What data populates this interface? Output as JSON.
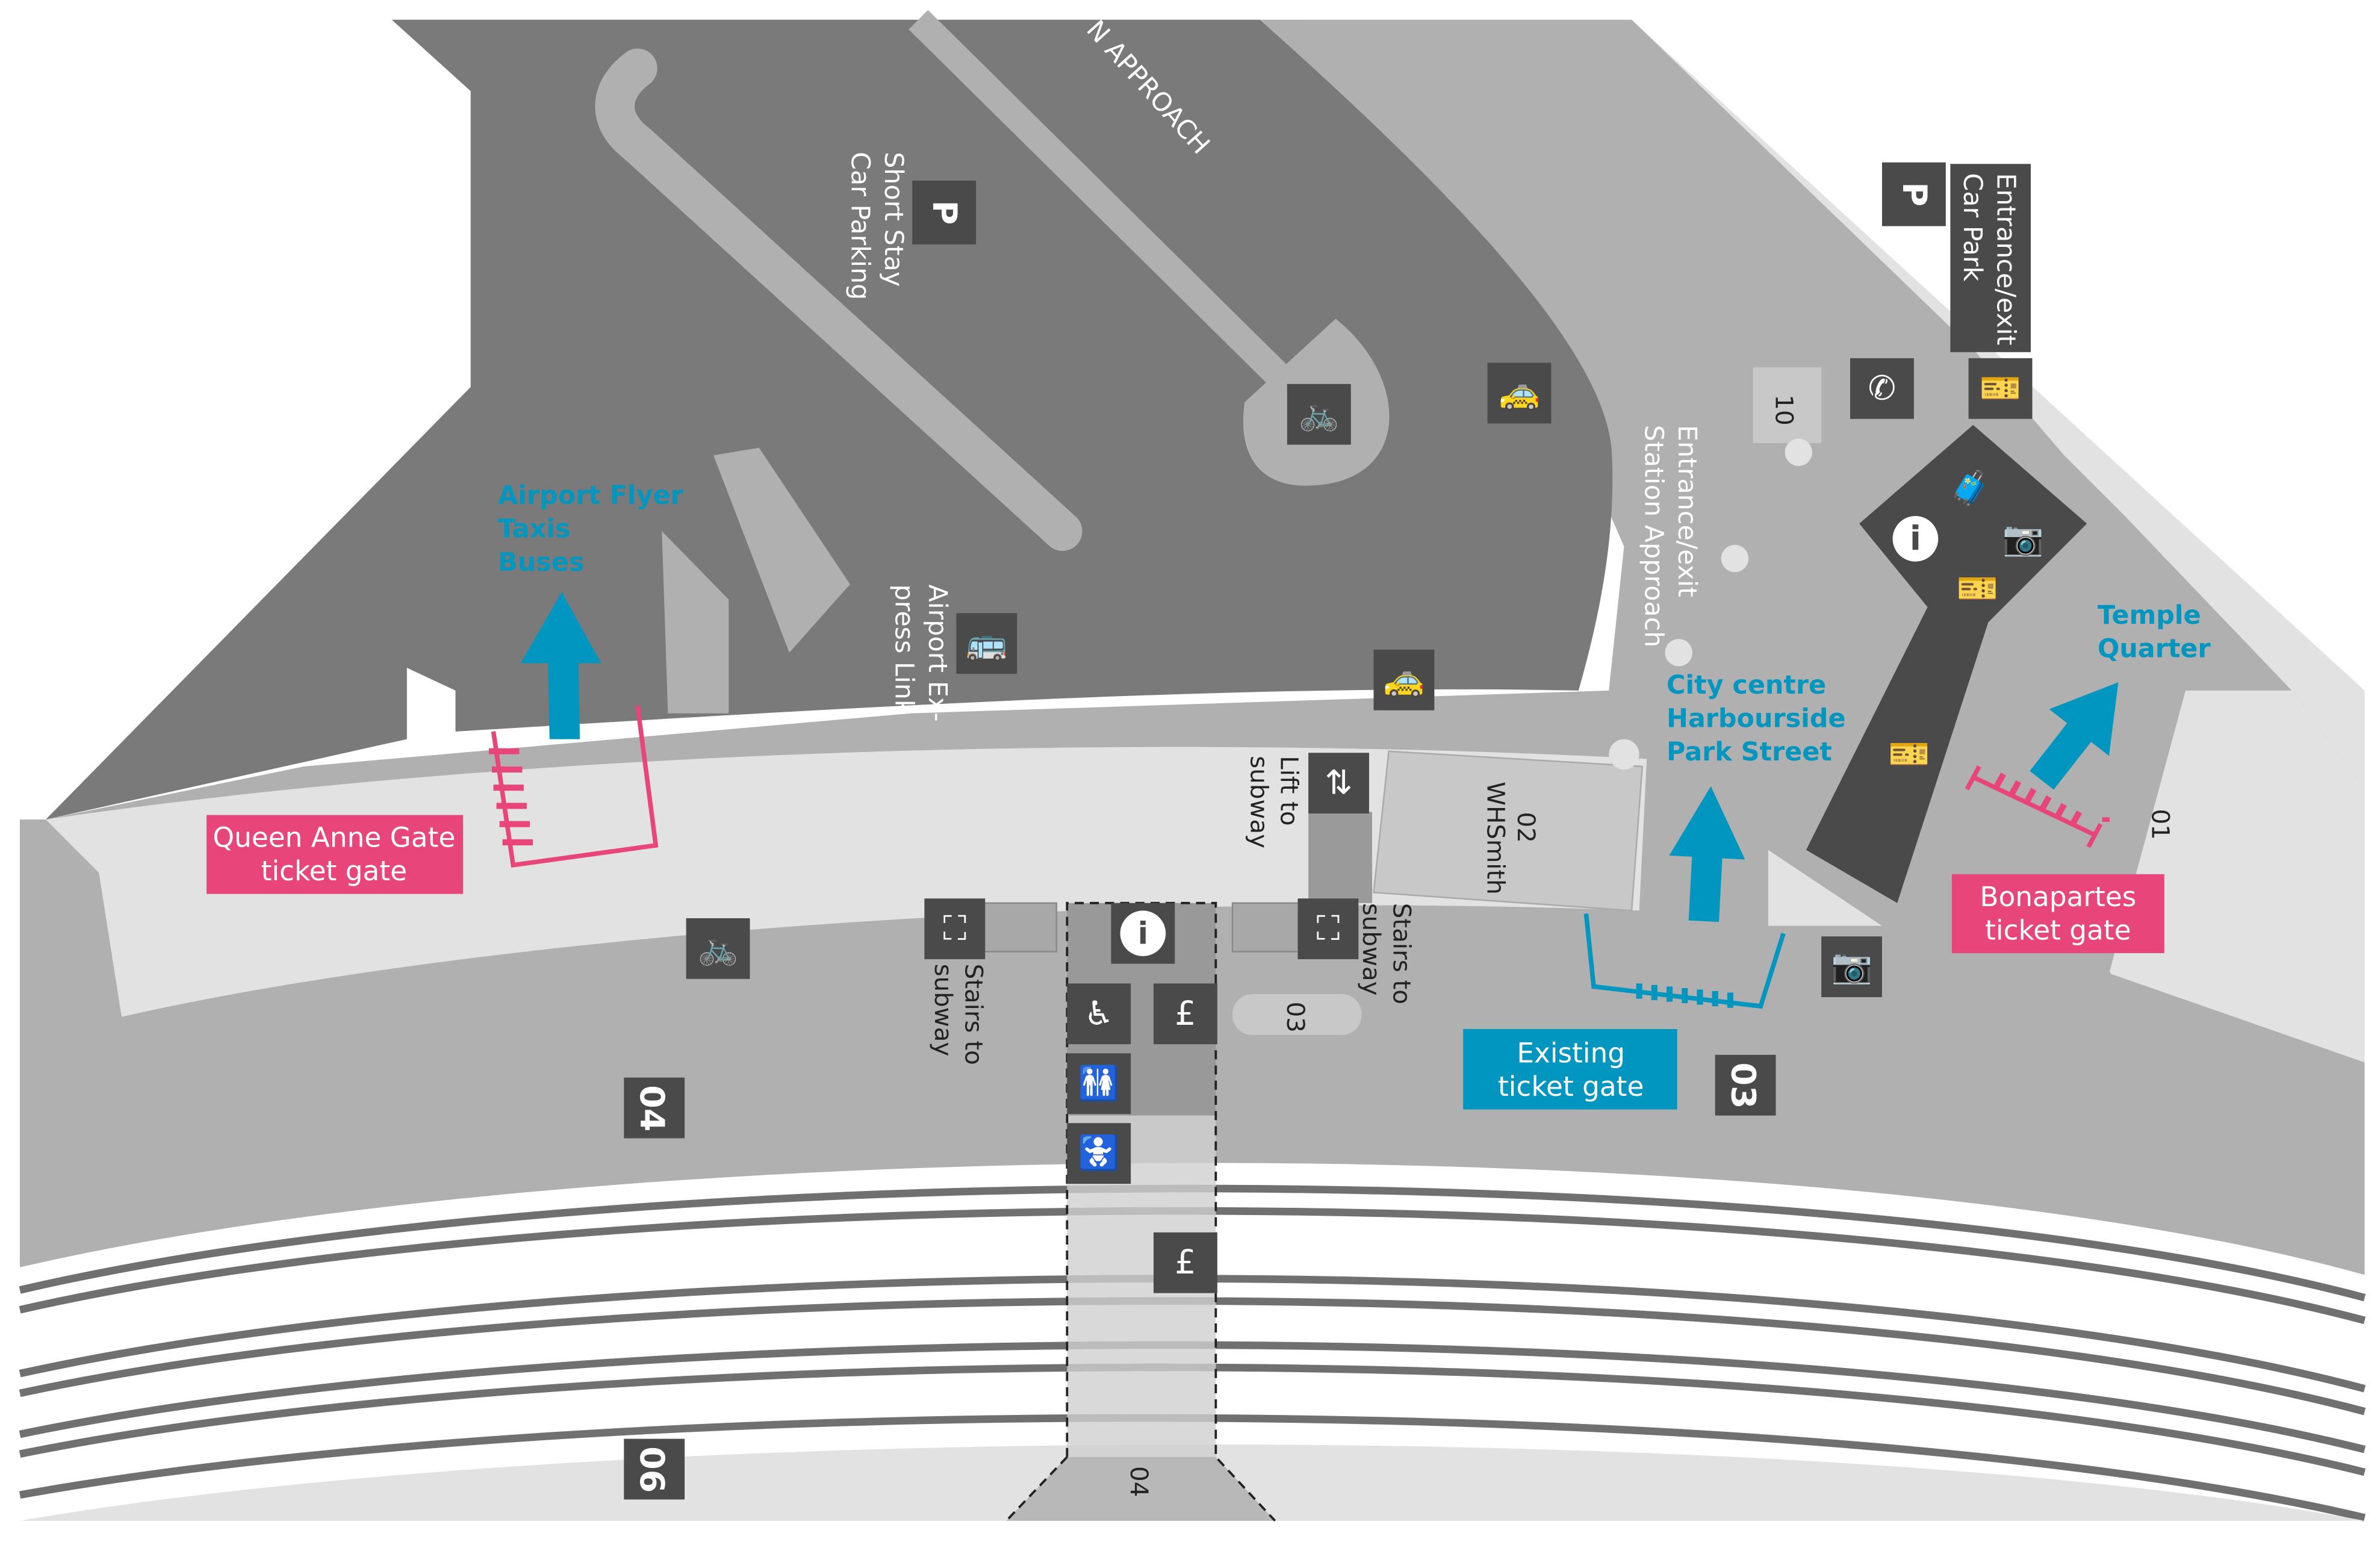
{
  "map": {
    "road_label": "N APPROACH",
    "short_stay": [
      "Short Stay",
      "Car Parking"
    ],
    "airport_flyer": [
      "Airport Flyer",
      "Taxis",
      "Buses"
    ],
    "airport_express": [
      "Airport Ex-",
      "press Link"
    ],
    "entrance_station_approach": [
      "Entrance/exit",
      "Station Approach"
    ],
    "entrance_car_park": [
      "Entrance/exit",
      "Car Park"
    ],
    "city_centre": [
      "City centre",
      "Harbourside",
      "Park Street"
    ],
    "temple_quarter": [
      "Temple",
      "Quarter"
    ],
    "lift_to_subway": [
      "Lift to",
      "subway"
    ],
    "stairs_left": [
      "Stairs to",
      "subway"
    ],
    "stairs_right": [
      "Stairs to",
      "subway"
    ],
    "whsmith": [
      "02",
      "WHSmith"
    ],
    "unit_10": "10",
    "unit_01": "01",
    "unit_03_small": "03",
    "unit_04_small": "04",
    "platform_03": "03",
    "platform_04": "04",
    "platform_06": "06",
    "parking_letter": "P"
  },
  "gates": {
    "queen_anne": [
      "Queen Anne Gate",
      "ticket gate"
    ],
    "bonapartes": [
      "Bonapartes",
      "ticket gate"
    ],
    "existing": [
      "Existing",
      "ticket gate"
    ]
  },
  "colors": {
    "pink": "#e8457a",
    "blue": "#0096c0",
    "icon_bg": "#4a4a4a",
    "car_park": "#7a7a7a",
    "road": "#b0b0b0",
    "concourse": "#e2e2e2"
  }
}
